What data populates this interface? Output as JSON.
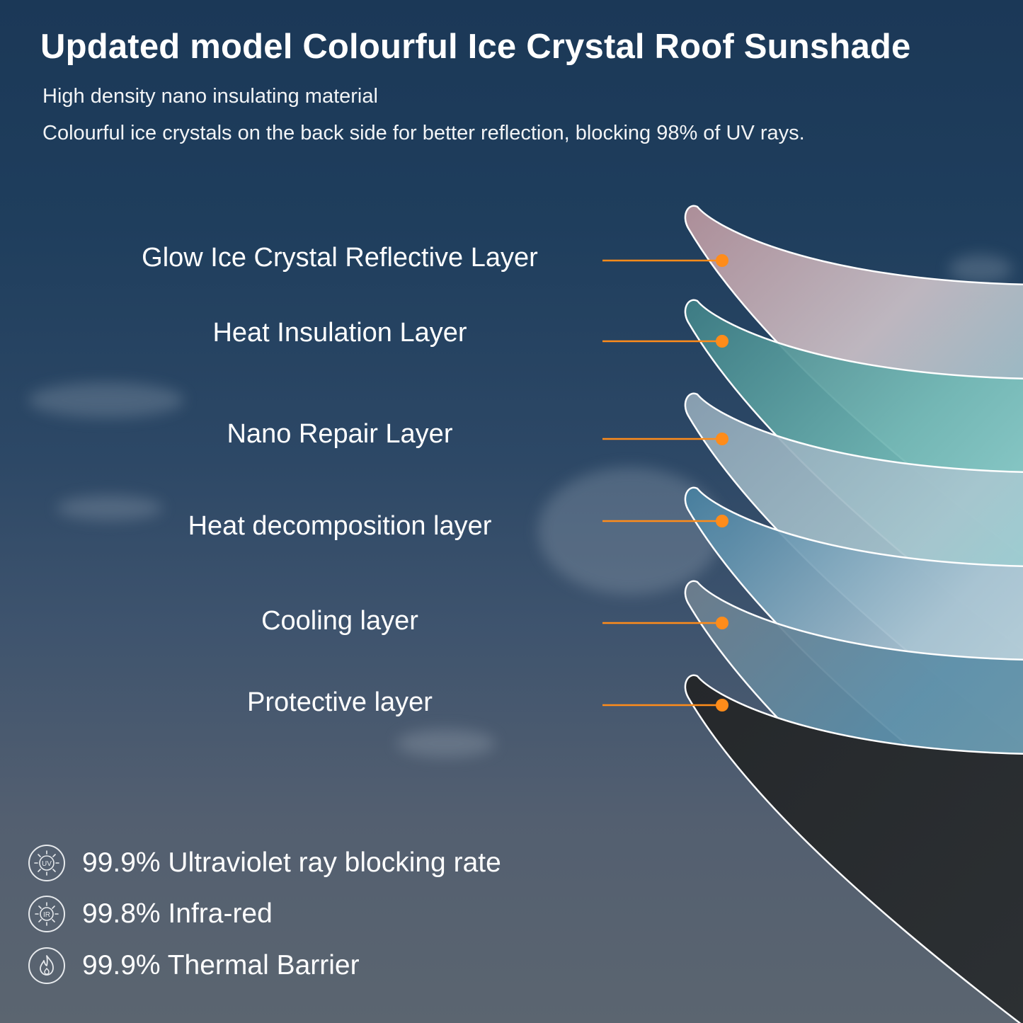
{
  "header": {
    "title": "Updated model Colourful Ice Crystal Roof Sunshade",
    "subtitle_1": "High density nano insulating material",
    "subtitle_2": "Colourful ice crystals on the back side for better reflection, blocking 98% of UV rays."
  },
  "layers": [
    {
      "label": "Glow Ice Crystal Reflective Layer",
      "color": "#c9a6b0"
    },
    {
      "label": "Heat Insulation Layer",
      "color": "#4f8c93"
    },
    {
      "label": "Nano Repair Layer",
      "color": "#8fa9bd"
    },
    {
      "label": "Heat decomposition layer",
      "color": "#4f89a8"
    },
    {
      "label": "Cooling layer",
      "color": "#6c7f92"
    },
    {
      "label": "Protective layer",
      "color": "#2b2f34"
    }
  ],
  "accent_color": "#ff8c1a",
  "stats": [
    {
      "icon": "uv-sun-icon",
      "text": "99.9% Ultraviolet ray blocking rate"
    },
    {
      "icon": "ir-sun-icon",
      "text": "99.8% Infra-red"
    },
    {
      "icon": "flame-icon",
      "text": "99.9% Thermal Barrier"
    }
  ]
}
